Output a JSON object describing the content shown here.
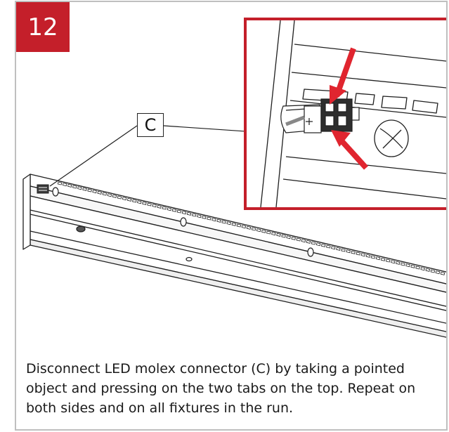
{
  "step": {
    "number": "12"
  },
  "callout": {
    "label": "C"
  },
  "instruction": {
    "text": "Disconnect LED molex connector (C) by taking a pointed object and pressing on the two tabs on the top. Repeat on both sides and on all fixtures in the run."
  },
  "colors": {
    "accent": "#c41f2a",
    "line": "#1f1f1f"
  },
  "icons": {
    "arrow": "red-arrow-icon",
    "plus": "plus-mark"
  }
}
